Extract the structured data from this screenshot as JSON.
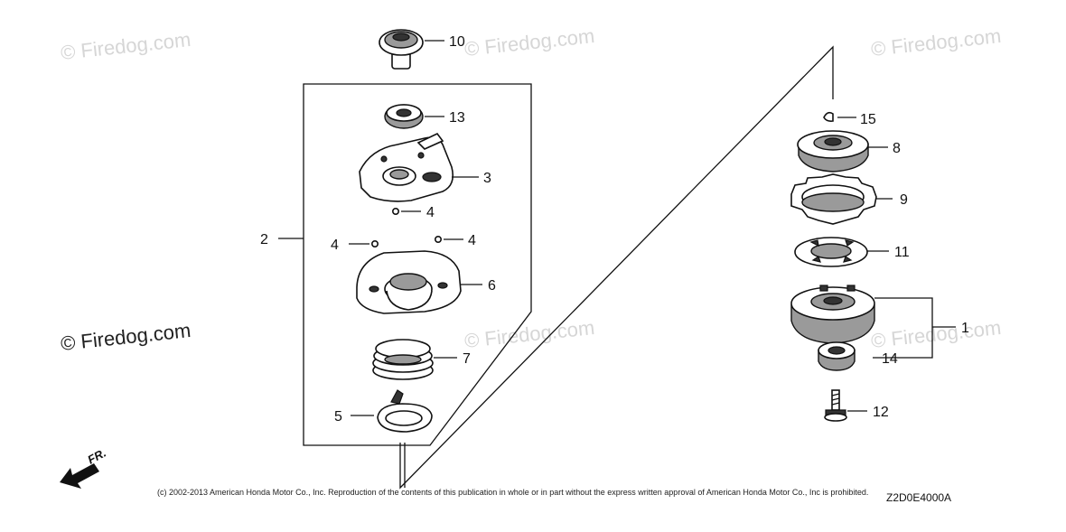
{
  "watermarks": [
    "© Firedog.com",
    "© Firedog.com",
    "© Firedog.com",
    "© Firedog.com",
    "© Firedog.com",
    "© Firedog.com"
  ],
  "callouts": {
    "p10": "10",
    "p13": "13",
    "p3": "3",
    "p4a": "4",
    "p2": "2",
    "p4b": "4",
    "p4c": "4",
    "p6": "6",
    "p7": "7",
    "p5": "5",
    "p15": "15",
    "p8": "8",
    "p9": "9",
    "p11": "11",
    "p1": "1",
    "p14": "14",
    "p12": "12"
  },
  "direction_label": "FR.",
  "copyright": "(c) 2002-2013 American Honda Motor Co., Inc. Reproduction of the contents of this publication in whole or in part without the express written approval of American Honda Motor Co., Inc is prohibited.",
  "diagram_code": "Z2D0E4000A"
}
